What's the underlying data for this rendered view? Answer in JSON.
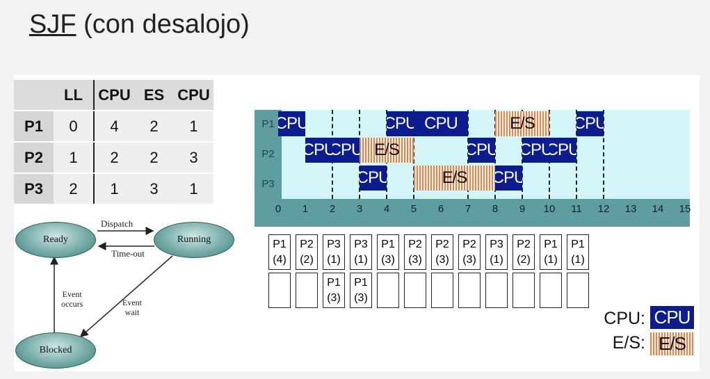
{
  "title": {
    "abbrev": "SJF",
    "rest": " (con desalojo)"
  },
  "process_table": {
    "headers": [
      "",
      "LL",
      "CPU",
      "ES",
      "CPU"
    ],
    "rows": [
      {
        "name": "P1",
        "cells": [
          "0",
          "4",
          "2",
          "1"
        ]
      },
      {
        "name": "P2",
        "cells": [
          "1",
          "2",
          "2",
          "3"
        ]
      },
      {
        "name": "P3",
        "cells": [
          "2",
          "1",
          "3",
          "1"
        ]
      }
    ]
  },
  "state_diagram": {
    "states": {
      "ready": "Ready",
      "running": "Running",
      "blocked": "Blocked"
    },
    "transitions": {
      "dispatch": "Dispatch",
      "timeout": "Time-out",
      "event_occurs": [
        "Event",
        "occurs"
      ],
      "event_wait": [
        "Event",
        "wait"
      ]
    }
  },
  "gantt": {
    "process_labels": [
      "P1",
      "P2",
      "P3"
    ],
    "ticks": [
      "0",
      "1",
      "2",
      "3",
      "4",
      "5",
      "6",
      "7",
      "8",
      "9",
      "10",
      "11",
      "12",
      "13",
      "14",
      "15"
    ],
    "dashed_at": [
      2,
      3,
      4,
      5,
      7,
      8,
      9,
      10,
      11,
      12
    ],
    "bars": [
      {
        "row": 0,
        "start": 0,
        "end": 1,
        "type": "cpu",
        "label": "CPU"
      },
      {
        "row": 0,
        "start": 4,
        "end": 5,
        "type": "cpu",
        "label": "CPU"
      },
      {
        "row": 0,
        "start": 5,
        "end": 7,
        "type": "cpu",
        "label": "CPU"
      },
      {
        "row": 0,
        "start": 8,
        "end": 10,
        "type": "es",
        "label": "E/S"
      },
      {
        "row": 0,
        "start": 11,
        "end": 12,
        "type": "cpu",
        "label": "CPU"
      },
      {
        "row": 1,
        "start": 1,
        "end": 2,
        "type": "cpu",
        "label": "CPU"
      },
      {
        "row": 1,
        "start": 2,
        "end": 3,
        "type": "cpu",
        "label": "CPU"
      },
      {
        "row": 1,
        "start": 3,
        "end": 5,
        "type": "es",
        "label": "E/S"
      },
      {
        "row": 1,
        "start": 7,
        "end": 8,
        "type": "cpu",
        "label": "CPU"
      },
      {
        "row": 1,
        "start": 9,
        "end": 10,
        "type": "cpu",
        "label": "CPU"
      },
      {
        "row": 1,
        "start": 10,
        "end": 11,
        "type": "cpu",
        "label": "CPU"
      },
      {
        "row": 2,
        "start": 3,
        "end": 4,
        "type": "cpu",
        "label": "CPU"
      },
      {
        "row": 2,
        "start": 5,
        "end": 8,
        "type": "es",
        "label": "E/S"
      },
      {
        "row": 2,
        "start": 8,
        "end": 9,
        "type": "cpu",
        "label": "CPU"
      }
    ]
  },
  "ready_queue": {
    "top": [
      [
        "P1",
        "(4)"
      ],
      [
        "P2",
        "(2)"
      ],
      [
        "P3",
        "(1)"
      ],
      [
        "P3",
        "(1)"
      ],
      [
        "P1",
        "(3)"
      ],
      [
        "P2",
        "(3)"
      ],
      [
        "P2",
        "(3)"
      ],
      [
        "P2",
        "(3)"
      ],
      [
        "P3",
        "(1)"
      ],
      [
        "P2",
        "(2)"
      ],
      [
        "P1",
        "(1)"
      ],
      [
        "P1",
        "(1)"
      ]
    ],
    "bottom": [
      [],
      [],
      [
        "P1",
        "(3)"
      ],
      [
        "P1",
        "(3)"
      ],
      [],
      [],
      [],
      [],
      [],
      [],
      [],
      []
    ]
  },
  "legend": {
    "cpu_label": "CPU:",
    "cpu_swatch": "CPU",
    "es_label": "E/S:",
    "es_swatch": "E/S"
  },
  "colors": {
    "cpu": "#0d1d8f",
    "es": "#e6834f",
    "gantt_bg": "#d5f6f9",
    "axis": "#5f9ea0"
  }
}
